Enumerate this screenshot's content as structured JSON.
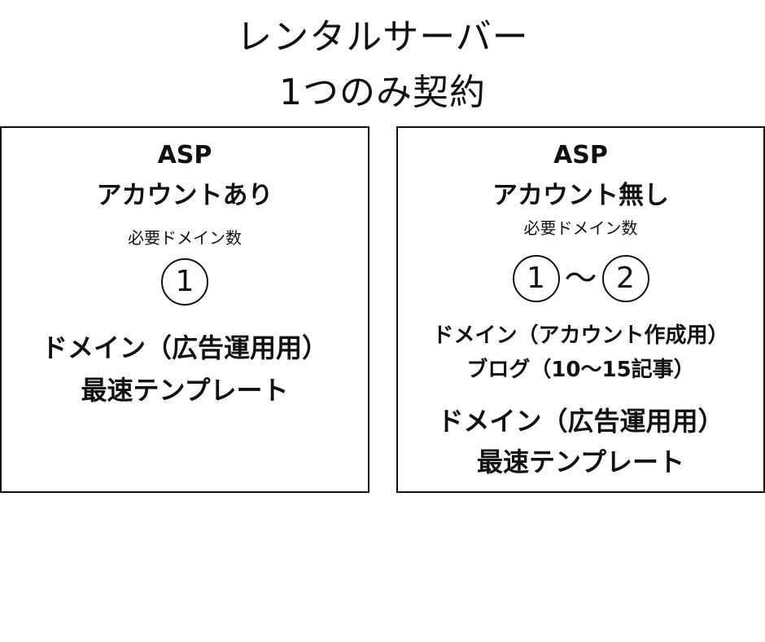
{
  "title": {
    "line1": "レンタルサーバー",
    "line2": "1つのみ契約"
  },
  "left_box": {
    "asp": "ASP",
    "account": "アカウントあり",
    "domain_count_label": "必要ドメイン数",
    "domain_count": "1",
    "item_line1": "ドメイン（広告運用用）",
    "item_line2": "最速テンプレート"
  },
  "right_box": {
    "asp": "ASP",
    "account": "アカウント無し",
    "domain_count_label": "必要ドメイン数",
    "domain_count_from": "1",
    "range_separator": "〜",
    "domain_count_to": "2",
    "extra_line1": "ドメイン（アカウント作成用）",
    "extra_line2": "ブログ（10〜15記事）",
    "item_line1": "ドメイン（広告運用用）",
    "item_line2": "最速テンプレート"
  }
}
